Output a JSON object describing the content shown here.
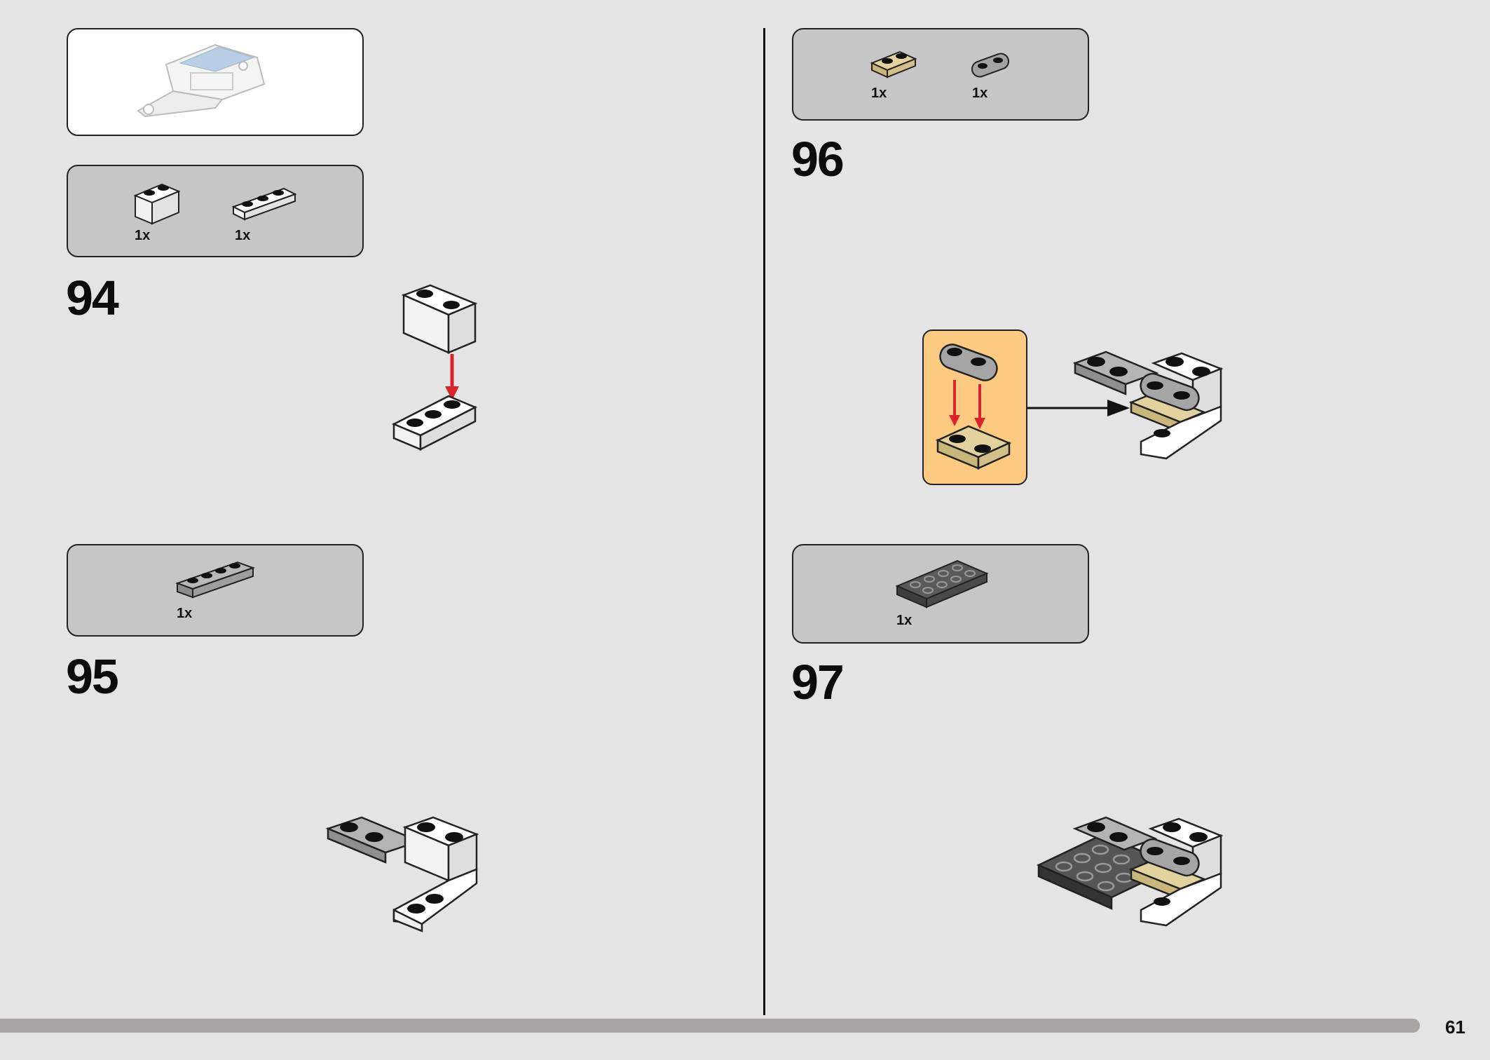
{
  "page": {
    "number": "61"
  },
  "steps": [
    {
      "number": "94",
      "parts": [
        {
          "qty": "1x",
          "icon": "white-brick-1x2-icon"
        },
        {
          "qty": "1x",
          "icon": "white-plate-1x3-icon"
        }
      ]
    },
    {
      "number": "95",
      "parts": [
        {
          "qty": "1x",
          "icon": "gray-plate-1x4-icon"
        }
      ]
    },
    {
      "number": "96",
      "parts": [
        {
          "qty": "1x",
          "icon": "tan-plate-1x2-icon"
        },
        {
          "qty": "1x",
          "icon": "dark-gray-rounded-plate-1x2-icon"
        }
      ]
    },
    {
      "number": "97",
      "parts": [
        {
          "qty": "1x",
          "icon": "dark-gray-plate-2x4-icon"
        }
      ]
    }
  ],
  "colors": {
    "background": "#e4e4e4",
    "parts_box": "#c6c6c6",
    "callout": "#fdca82",
    "arrow_red": "#d9242b",
    "tan": "#d8c792",
    "light_gray": "#a9a9a9",
    "dark_gray": "#555555"
  }
}
